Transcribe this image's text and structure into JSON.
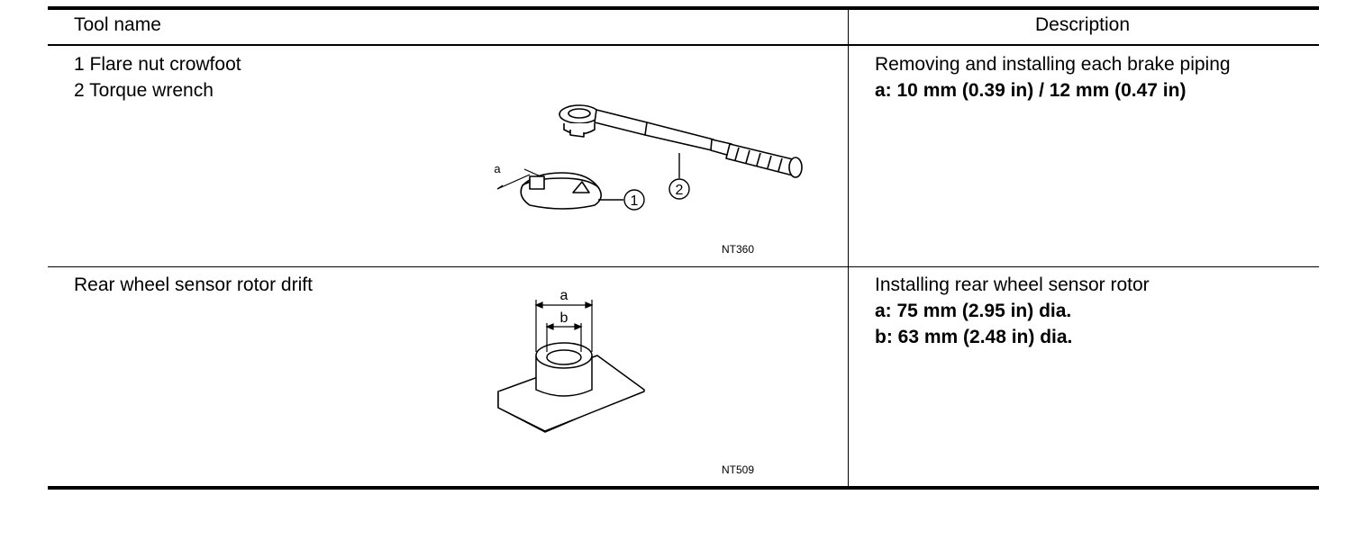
{
  "header": {
    "tool_name": "Tool name",
    "description": "Description"
  },
  "rows": [
    {
      "tool_lines": [
        "1 Flare nut crowfoot",
        "2 Torque wrench"
      ],
      "figure": {
        "code": "NT360",
        "callout_1": "1",
        "callout_2": "2",
        "dim_a": "a",
        "content": [
          "flare-nut-crowfoot",
          "torque-wrench"
        ]
      },
      "description_lines": [
        "Removing and installing each brake piping",
        "a: 10 mm (0.39 in) / 12 mm (0.47 in)"
      ]
    },
    {
      "tool_lines": [
        "Rear wheel sensor rotor drift"
      ],
      "figure": {
        "code": "NT509",
        "dim_a": "a",
        "dim_b": "b",
        "content": [
          "sensor-rotor-drift"
        ]
      },
      "description_lines": [
        "Installing rear wheel sensor rotor",
        "a: 75 mm (2.95 in) dia.",
        "b: 63 mm (2.48 in) dia."
      ]
    }
  ]
}
